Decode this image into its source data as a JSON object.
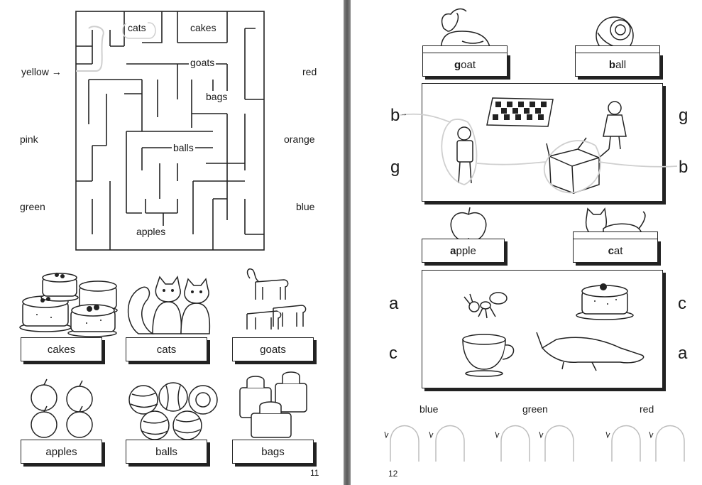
{
  "left_page": {
    "maze": {
      "colors": {
        "yellow": "yellow →",
        "red": "red",
        "pink": "pink",
        "orange": "orange",
        "green": "green",
        "blue": "blue"
      },
      "words": {
        "cats": "cats",
        "cakes": "cakes",
        "goats": "goats",
        "bags": "bags",
        "balls": "balls",
        "apples": "apples"
      }
    },
    "labels": [
      "cakes",
      "cats",
      "goats",
      "apples",
      "balls",
      "bags"
    ],
    "page_number": "11"
  },
  "right_page": {
    "top_words": {
      "goat": {
        "first": "g",
        "rest": "oat"
      },
      "ball": {
        "first": "b",
        "rest": "all"
      }
    },
    "panel1_letters": {
      "left_top": "b",
      "left_top_arrow": "→",
      "left_bottom": "g",
      "right_top": "g",
      "right_bottom": "b"
    },
    "mid_words": {
      "apple": {
        "first": "a",
        "rest": "pple"
      },
      "cat": {
        "first": "c",
        "rest": "at"
      }
    },
    "panel2_letters": {
      "left_top": "a",
      "left_bottom": "c",
      "right_top": "c",
      "right_bottom": "a"
    },
    "colors": [
      "blue",
      "green",
      "red"
    ],
    "page_number": "12"
  },
  "icons": {
    "goat": "goat-icon",
    "ball": "ball-icon",
    "checkerboard": "checkerboard-icon",
    "boy": "boy-icon",
    "girl": "girl-icon",
    "box": "box-icon",
    "apple": "apple-icon",
    "cat": "cat-icon",
    "ant": "ant-icon",
    "cake": "cake-icon",
    "cup": "cup-icon",
    "crocodile": "crocodile-icon"
  }
}
